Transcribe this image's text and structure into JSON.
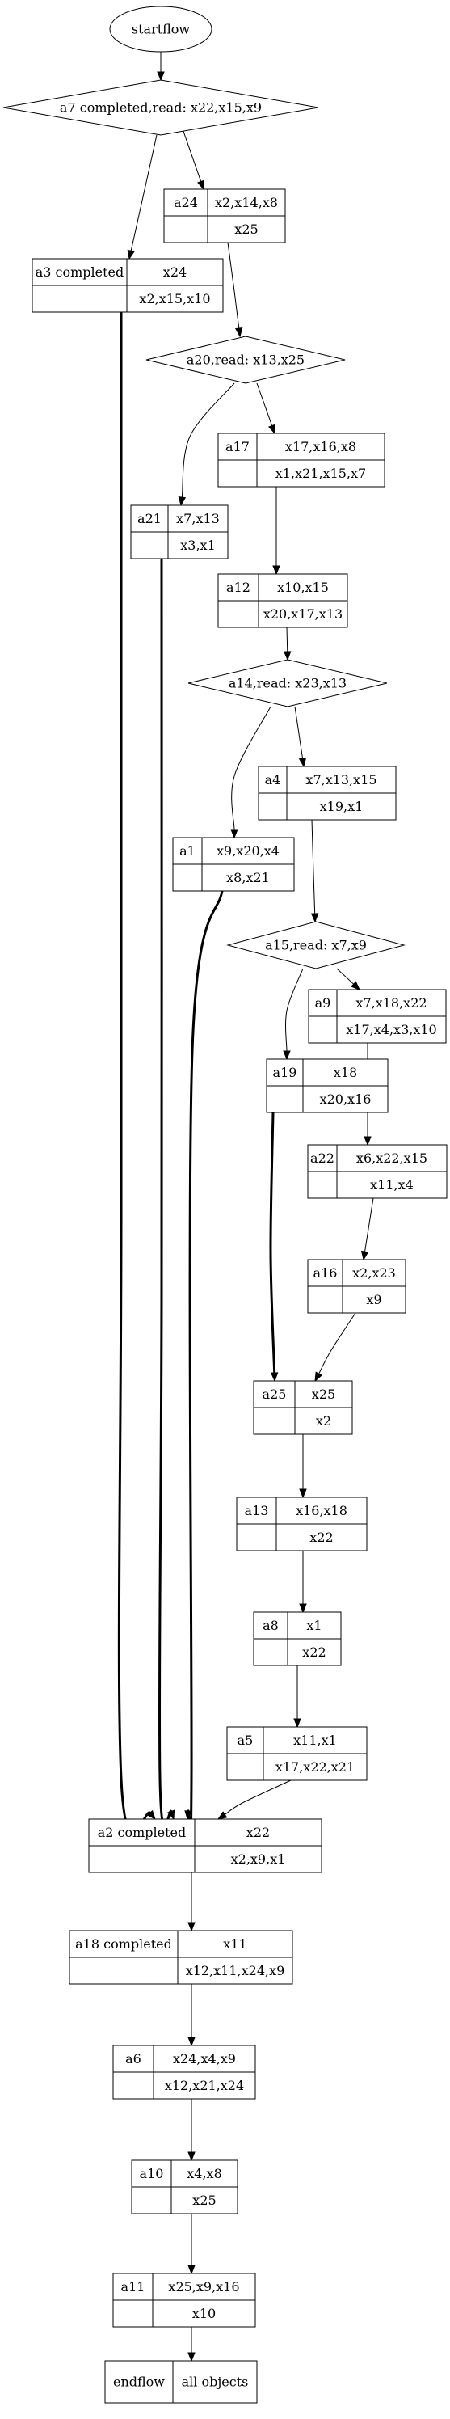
{
  "nodes": {
    "startflow": {
      "label": "startflow"
    },
    "d_a7": {
      "label": "a7 completed,read: x22,x15,x9"
    },
    "a24": {
      "name": "a24",
      "top": "x2,x14,x8",
      "bottom": "x25"
    },
    "a3": {
      "name": "a3 completed",
      "top": "x24",
      "bottom": "x2,x15,x10"
    },
    "d_a20": {
      "label": "a20,read: x13,x25"
    },
    "a17": {
      "name": "a17",
      "top": "x17,x16,x8",
      "bottom": "x1,x21,x15,x7"
    },
    "a21": {
      "name": "a21",
      "top": "x7,x13",
      "bottom": "x3,x1"
    },
    "a12": {
      "name": "a12",
      "top": "x10,x15",
      "bottom": "x20,x17,x13"
    },
    "d_a14": {
      "label": "a14,read: x23,x13"
    },
    "a4": {
      "name": "a4",
      "top": "x7,x13,x15",
      "bottom": "x19,x1"
    },
    "a1": {
      "name": "a1",
      "top": "x9,x20,x4",
      "bottom": "x8,x21"
    },
    "d_a15": {
      "label": "a15,read: x7,x9"
    },
    "a9": {
      "name": "a9",
      "top": "x7,x18,x22",
      "bottom": "x17,x4,x3,x10"
    },
    "a19": {
      "name": "a19",
      "top": "x18",
      "bottom": "x20,x16"
    },
    "a22": {
      "name": "a22",
      "top": "x6,x22,x15",
      "bottom": "x11,x4"
    },
    "a16": {
      "name": "a16",
      "top": "x2,x23",
      "bottom": "x9"
    },
    "a25": {
      "name": "a25",
      "top": "x25",
      "bottom": "x2"
    },
    "a13": {
      "name": "a13",
      "top": "x16,x18",
      "bottom": "x22"
    },
    "a8": {
      "name": "a8",
      "top": "x1",
      "bottom": "x22"
    },
    "a5": {
      "name": "a5",
      "top": "x11,x1",
      "bottom": "x17,x22,x21"
    },
    "a2": {
      "name": "a2 completed",
      "top": "x22",
      "bottom": "x2,x9,x1"
    },
    "a18": {
      "name": "a18 completed",
      "top": "x11",
      "bottom": "x12,x11,x24,x9"
    },
    "a6": {
      "name": "a6",
      "top": "x24,x4,x9",
      "bottom": "x12,x21,x24"
    },
    "a10": {
      "name": "a10",
      "top": "x4,x8",
      "bottom": "x25"
    },
    "a11": {
      "name": "a11",
      "top": "x25,x9,x16",
      "bottom": "x10"
    },
    "endflow": {
      "left": "endflow",
      "right": "all objects"
    }
  },
  "edges": [
    {
      "from": "startflow",
      "to": "d_a7",
      "bold": false
    },
    {
      "from": "d_a7",
      "to": "a24",
      "bold": false
    },
    {
      "from": "d_a7",
      "to": "a3",
      "bold": false
    },
    {
      "from": "a24",
      "to": "d_a20",
      "bold": false
    },
    {
      "from": "a3",
      "to": "a2",
      "bold": true
    },
    {
      "from": "d_a20",
      "to": "a17",
      "bold": false
    },
    {
      "from": "d_a20",
      "to": "a21",
      "bold": false
    },
    {
      "from": "a17",
      "to": "a12",
      "bold": false
    },
    {
      "from": "a21",
      "to": "a2",
      "bold": true
    },
    {
      "from": "a12",
      "to": "d_a14",
      "bold": false
    },
    {
      "from": "d_a14",
      "to": "a4",
      "bold": false
    },
    {
      "from": "d_a14",
      "to": "a1",
      "bold": false
    },
    {
      "from": "a4",
      "to": "d_a15",
      "bold": false
    },
    {
      "from": "a1",
      "to": "a2",
      "bold": true
    },
    {
      "from": "d_a15",
      "to": "a9",
      "bold": false
    },
    {
      "from": "d_a15",
      "to": "a19",
      "bold": false
    },
    {
      "from": "a9",
      "to": "a22",
      "bold": false
    },
    {
      "from": "a19",
      "to": "a25",
      "bold": true
    },
    {
      "from": "a22",
      "to": "a16",
      "bold": false
    },
    {
      "from": "a16",
      "to": "a25",
      "bold": false
    },
    {
      "from": "a25",
      "to": "a13",
      "bold": false
    },
    {
      "from": "a13",
      "to": "a8",
      "bold": false
    },
    {
      "from": "a8",
      "to": "a5",
      "bold": false
    },
    {
      "from": "a5",
      "to": "a2",
      "bold": false
    },
    {
      "from": "a2",
      "to": "a18",
      "bold": false
    },
    {
      "from": "a18",
      "to": "a6",
      "bold": false
    },
    {
      "from": "a6",
      "to": "a10",
      "bold": false
    },
    {
      "from": "a10",
      "to": "a11",
      "bold": false
    },
    {
      "from": "a11",
      "to": "endflow",
      "bold": false
    }
  ]
}
